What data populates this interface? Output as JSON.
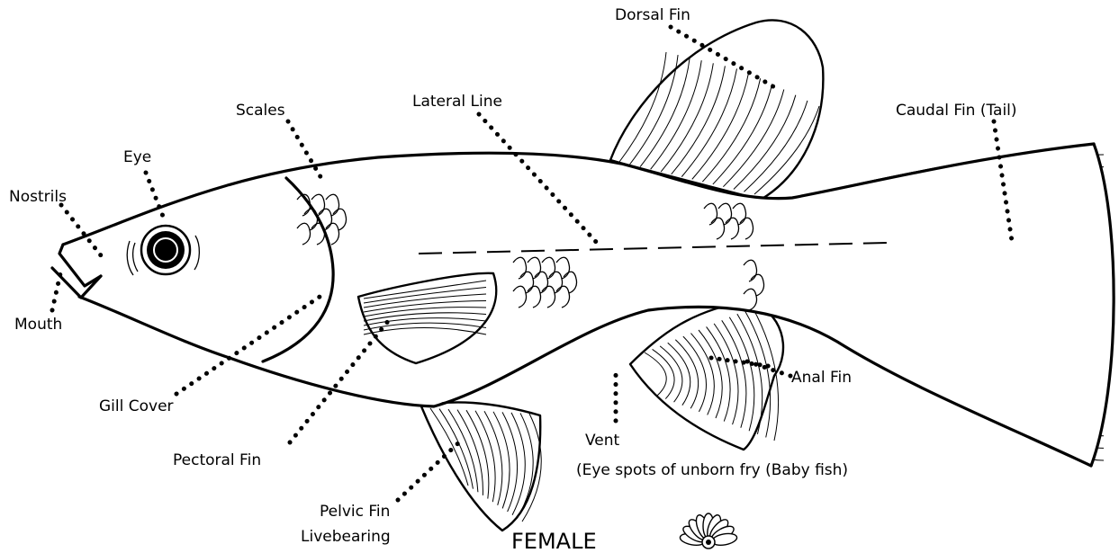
{
  "diagram": {
    "labels": {
      "dorsal_fin": "Dorsal Fin",
      "scales": "Scales",
      "lateral_line": "Lateral Line",
      "caudal_fin": "Caudal Fin (Tail)",
      "eye": "Eye",
      "nostrils": "Nostrils",
      "mouth": "Mouth",
      "gill_cover": "Gill Cover",
      "pectoral_fin": "Pectoral Fin",
      "pelvic_fin": "Pelvic Fin",
      "livebearing": "Livebearing",
      "anal_fin": "Anal Fin",
      "vent": "Vent",
      "eye_spots": "(Eye spots of unborn fry (Baby fish)",
      "female": "FEMALE"
    }
  }
}
